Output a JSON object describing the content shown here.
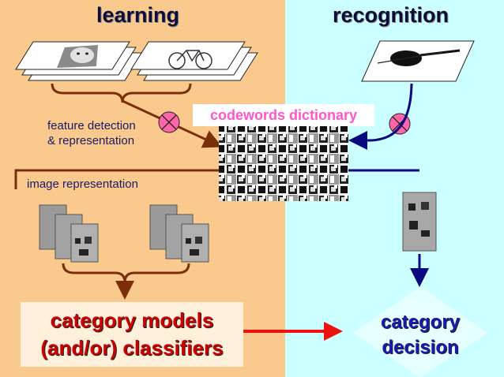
{
  "headings": {
    "left": "learning",
    "right": "recognition"
  },
  "labels": {
    "feature_detection_line1": "feature detection",
    "feature_detection_line2": "& representation",
    "image_representation": "image representation",
    "codewords_dictionary": "codewords dictionary"
  },
  "boxes": {
    "category_models_line1": "category models",
    "category_models_line2": "(and/or) classifiers",
    "category_decision_line1": "category",
    "category_decision_line2": "decision"
  },
  "icons": [
    "face-image-stack-icon",
    "bicycle-image-stack-icon",
    "violin-image-icon",
    "codeword-grid-icon",
    "bag-of-words-icon",
    "crossed-circle-icon"
  ],
  "colors": {
    "learning_bg": "#F9C98E",
    "recognition_bg": "#CCFFFF",
    "arrow_brown": "#7A2E0A",
    "arrow_navy": "#0A0A80",
    "arrow_red": "#EE1111",
    "dictionary_label": "#FF55CC",
    "crossed_circle": "#FF66AA"
  }
}
